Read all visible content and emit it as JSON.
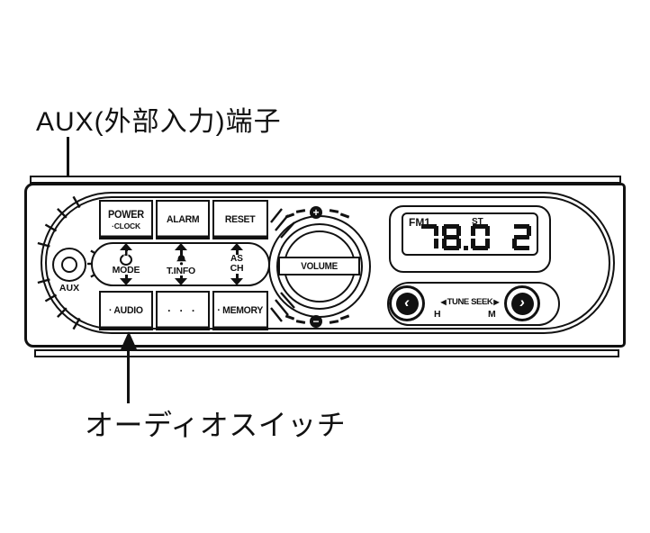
{
  "callouts": {
    "aux": "AUX(外部入力)端子",
    "audio": "オーディオスイッチ"
  },
  "radio": {
    "aux_port_label": "AUX",
    "top_buttons": [
      {
        "line1": "POWER",
        "line2": "·CLOCK"
      },
      {
        "line1": "ALARM",
        "line2": ""
      },
      {
        "line1": "RESET",
        "line2": ""
      }
    ],
    "bottom_buttons": [
      {
        "label": "· AUDIO"
      },
      {
        "label": "· · ·"
      },
      {
        "label": "· MEMORY"
      }
    ],
    "middle_controls": [
      {
        "icon": "power-clock-icon",
        "label": "MODE"
      },
      {
        "icon": "bell-icon",
        "label": "T.INFO"
      },
      {
        "icon_text": "AS",
        "label": "CH"
      }
    ],
    "volume": {
      "label": "VOLUME",
      "plus": "+",
      "minus": "−"
    },
    "display": {
      "band": "FM1",
      "stereo": "ST",
      "frequency": "78.0",
      "preset": "2"
    },
    "seek": {
      "left_arrow": "◀",
      "label": "TUNE SEEK",
      "right_arrow": "▶",
      "left_chevron": "‹",
      "right_chevron": "›",
      "left_step": "H",
      "right_step": "M"
    }
  }
}
